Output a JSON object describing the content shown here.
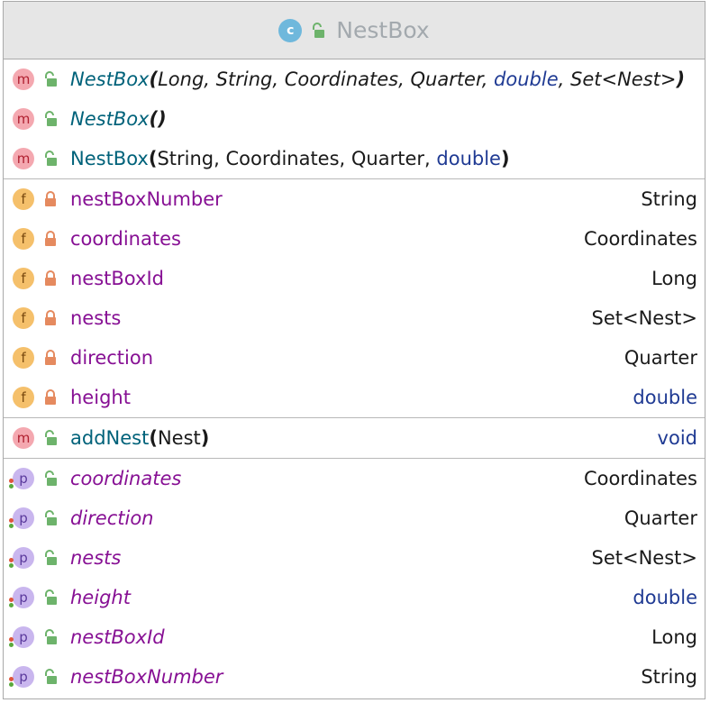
{
  "class_name": "NestBox",
  "class_badge": "c",
  "constructors": [
    {
      "badge": "m",
      "name": "NestBox",
      "params": [
        "Long",
        ", ",
        "String",
        ", ",
        "Coordinates",
        ", ",
        "Quarter",
        ", ",
        "double",
        ", ",
        "Set<Nest>"
      ],
      "italic": true
    },
    {
      "badge": "m",
      "name": "NestBox",
      "params": [],
      "italic": true
    },
    {
      "badge": "m",
      "name": "NestBox",
      "params": [
        "String",
        ", ",
        "Coordinates",
        ", ",
        "Quarter",
        ", ",
        "double"
      ],
      "italic": false
    }
  ],
  "fields": [
    {
      "badge": "f",
      "name": "nestBoxNumber",
      "type": "String"
    },
    {
      "badge": "f",
      "name": "coordinates",
      "type": "Coordinates"
    },
    {
      "badge": "f",
      "name": "nestBoxId",
      "type": "Long"
    },
    {
      "badge": "f",
      "name": "nests",
      "type": "Set<Nest>"
    },
    {
      "badge": "f",
      "name": "direction",
      "type": "Quarter"
    },
    {
      "badge": "f",
      "name": "height",
      "type": "double"
    }
  ],
  "methods": [
    {
      "badge": "m",
      "name": "addNest",
      "param": "Nest",
      "type": "void"
    }
  ],
  "properties": [
    {
      "badge": "p",
      "name": "coordinates",
      "type": "Coordinates"
    },
    {
      "badge": "p",
      "name": "direction",
      "type": "Quarter"
    },
    {
      "badge": "p",
      "name": "nests",
      "type": "Set<Nest>"
    },
    {
      "badge": "p",
      "name": "height",
      "type": "double"
    },
    {
      "badge": "p",
      "name": "nestBoxId",
      "type": "Long"
    },
    {
      "badge": "p",
      "name": "nestBoxNumber",
      "type": "String"
    }
  ],
  "colors": {
    "header_bg": "#e6e6e6",
    "member_name": "#871094",
    "method_name": "#00627a",
    "keyword": "#1f3a93",
    "lock_private": "#e58a5f",
    "lock_public": "#6db36b"
  },
  "icons": {
    "private": "lock-icon",
    "public": "unlocked-icon",
    "property_marker": "property-dots-icon"
  }
}
